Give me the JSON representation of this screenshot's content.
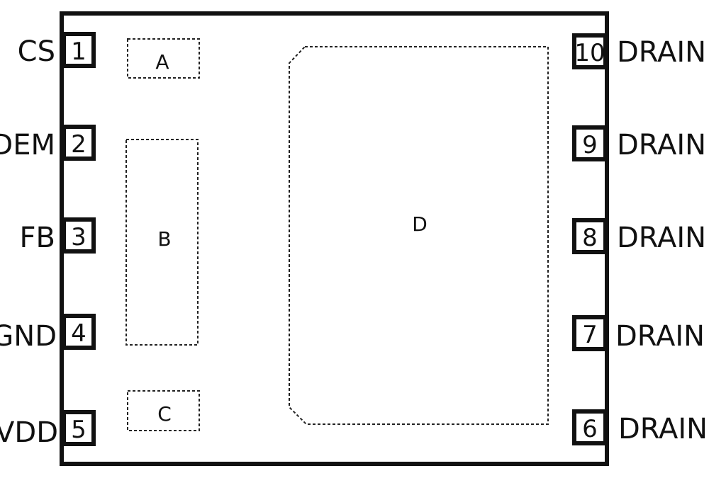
{
  "package": {
    "outline_color": "#111111",
    "background": "#ffffff"
  },
  "pins_left": [
    {
      "number": "1",
      "name": "CS"
    },
    {
      "number": "2",
      "name": "DEM"
    },
    {
      "number": "3",
      "name": "FB"
    },
    {
      "number": "4",
      "name": "GND"
    },
    {
      "number": "5",
      "name": "VDD"
    }
  ],
  "pins_right": [
    {
      "number": "10",
      "name": "DRAIN"
    },
    {
      "number": "9",
      "name": "DRAIN"
    },
    {
      "number": "8",
      "name": "DRAIN"
    },
    {
      "number": "7",
      "name": "DRAIN"
    },
    {
      "number": "6",
      "name": "DRAIN"
    }
  ],
  "pads": [
    {
      "label": "A"
    },
    {
      "label": "B"
    },
    {
      "label": "C"
    },
    {
      "label": "D"
    }
  ]
}
